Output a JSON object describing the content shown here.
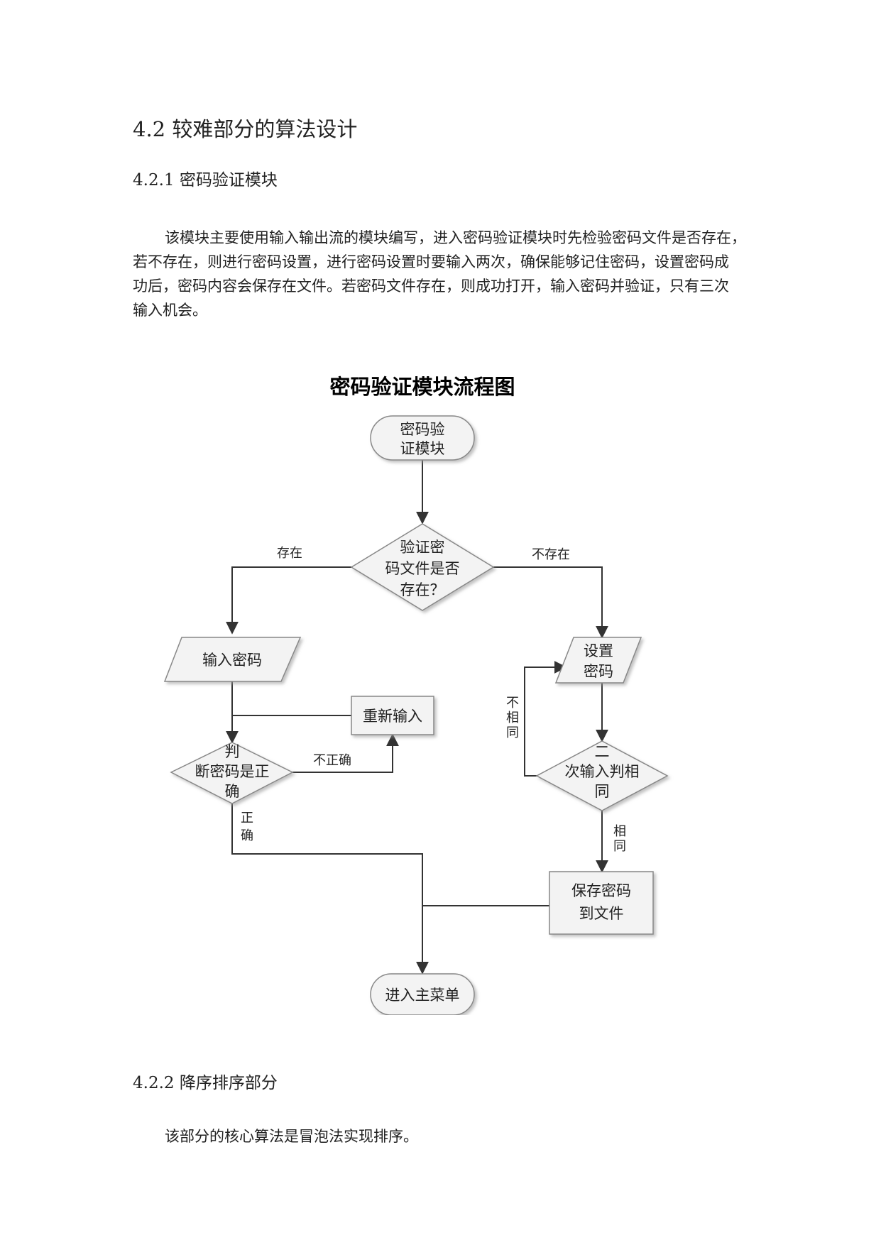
{
  "section": {
    "heading": "4.2 较难部分的算法设计"
  },
  "subsection1": {
    "heading": "4.2.1  密码验证模块",
    "paragraph_lines": [
      "该模块主要使用输入输出流的模块编写，进入密码验证模块时先检验密码文件是否存在，",
      "若不存在，则进行密码设置，进行密码设置时要输入两次，确保能够记住密码，设置密码成",
      "功后，密码内容会保存在文件。若密码文件存在，则成功打开，输入密码并验证，只有三次",
      "输入机会。"
    ]
  },
  "flowchart": {
    "title": "密码验证模块流程图",
    "nodes": {
      "start": [
        "密码验",
        "证模块"
      ],
      "check_file": [
        "验证密",
        "码文件是否",
        "存在？"
      ],
      "input_password": [
        "输入密码"
      ],
      "reinput": [
        "重新输入"
      ],
      "check_password": [
        "判",
        "断密码是正",
        "确"
      ],
      "set_password": [
        "设置",
        "密码"
      ],
      "compare_twice": [
        "二",
        "次输入判相",
        "同"
      ],
      "save_file": [
        "保存密码",
        "到文件"
      ],
      "main_menu": [
        "进入主菜单"
      ]
    },
    "edge_labels": {
      "exists": "存在",
      "not_exists": "不存在",
      "incorrect": "不正确",
      "correct": [
        "正",
        "确"
      ],
      "not_same": [
        "不",
        "相",
        "同"
      ],
      "same": [
        "相",
        "同"
      ]
    }
  },
  "subsection2": {
    "heading": "4.2.2  降序排序部分",
    "paragraph": "该部分的核心算法是冒泡法实现排序。"
  }
}
